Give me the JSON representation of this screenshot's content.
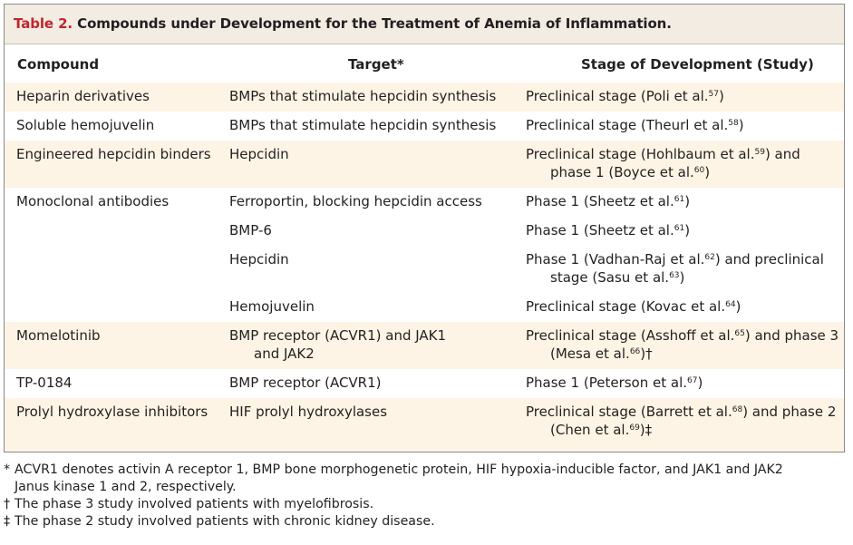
{
  "title": {
    "label": "Table 2.",
    "text": "Compounds under Development for the Treatment of Anemia of Inflammation."
  },
  "headers": {
    "compound": "Compound",
    "target": "Target*",
    "stage": "Stage of Development (Study)"
  },
  "colors": {
    "title_label": "#c0262d",
    "title_bar_bg": "#f2ece2",
    "row_shading": "#fdf4e5",
    "text": "#231f20"
  },
  "rows": [
    {
      "compound": "Heparin derivatives",
      "target": "BMPs that stimulate hepcidin synthesis",
      "stage_pre": "Preclinical stage (Poli et al.",
      "stage_sup": "57",
      "stage_post": ")"
    },
    {
      "compound": "Soluble hemojuvelin",
      "target": "BMPs that stimulate hepcidin synthesis",
      "stage_pre": "Preclinical stage (Theurl et al.",
      "stage_sup": "58",
      "stage_post": ")"
    },
    {
      "compound": "Engineered hepcidin binders",
      "target": "Hepcidin",
      "stage_pre": "Preclinical stage (Hohlbaum et al.",
      "stage_sup": "59",
      "stage_post": ") and",
      "stage2_pre": "phase 1 (Boyce et al.",
      "stage2_sup": "60",
      "stage2_post": ")"
    },
    {
      "compound": "Monoclonal antibodies",
      "target": "Ferroportin, blocking hepcidin access",
      "stage_pre": "Phase 1 (Sheetz et al.",
      "stage_sup": "61",
      "stage_post": ")"
    },
    {
      "target": "BMP-6",
      "stage_pre": "Phase 1 (Sheetz et al.",
      "stage_sup": "61",
      "stage_post": ")"
    },
    {
      "target": "Hepcidin",
      "stage_pre": "Phase 1 (Vadhan-Raj et al.",
      "stage_sup": "62",
      "stage_post": ") and preclinical",
      "stage2_pre": "stage (Sasu et al.",
      "stage2_sup": "63",
      "stage2_post": ")"
    },
    {
      "target": "Hemojuvelin",
      "stage_pre": "Preclinical stage (Kovac et al.",
      "stage_sup": "64",
      "stage_post": ")"
    },
    {
      "compound": "Momelotinib",
      "target": "BMP receptor (ACVR1) and JAK1",
      "target2": "and JAK2",
      "stage_pre": "Preclinical stage (Asshoff et al.",
      "stage_sup": "65",
      "stage_post": ") and phase 3",
      "stage2_pre": "(Mesa et al.",
      "stage2_sup": "66",
      "stage2_post": ")†"
    },
    {
      "compound": "TP-0184",
      "target": "BMP receptor (ACVR1)",
      "stage_pre": "Phase 1 (Peterson et al.",
      "stage_sup": "67",
      "stage_post": ")"
    },
    {
      "compound": "Prolyl hydroxylase inhibitors",
      "target": "HIF prolyl hydroxylases",
      "stage_pre": "Preclinical stage (Barrett et al.",
      "stage_sup": "68",
      "stage_post": ") and phase 2",
      "stage2_pre": "(Chen et al.",
      "stage2_sup": "69",
      "stage2_post": ")‡"
    }
  ],
  "footnotes": {
    "star_mark": "*",
    "star_line1": "ACVR1 denotes activin A receptor 1, BMP bone morphogenetic protein, HIF hypoxia-inducible factor, and JAK1 and JAK2",
    "star_line2": "Janus kinase 1 and 2, respectively.",
    "dagger_mark": "†",
    "dagger_text": "The phase 3 study involved patients with myelofibrosis.",
    "ddagger_mark": "‡",
    "ddagger_text": "The phase 2 study involved patients with chronic kidney disease."
  }
}
